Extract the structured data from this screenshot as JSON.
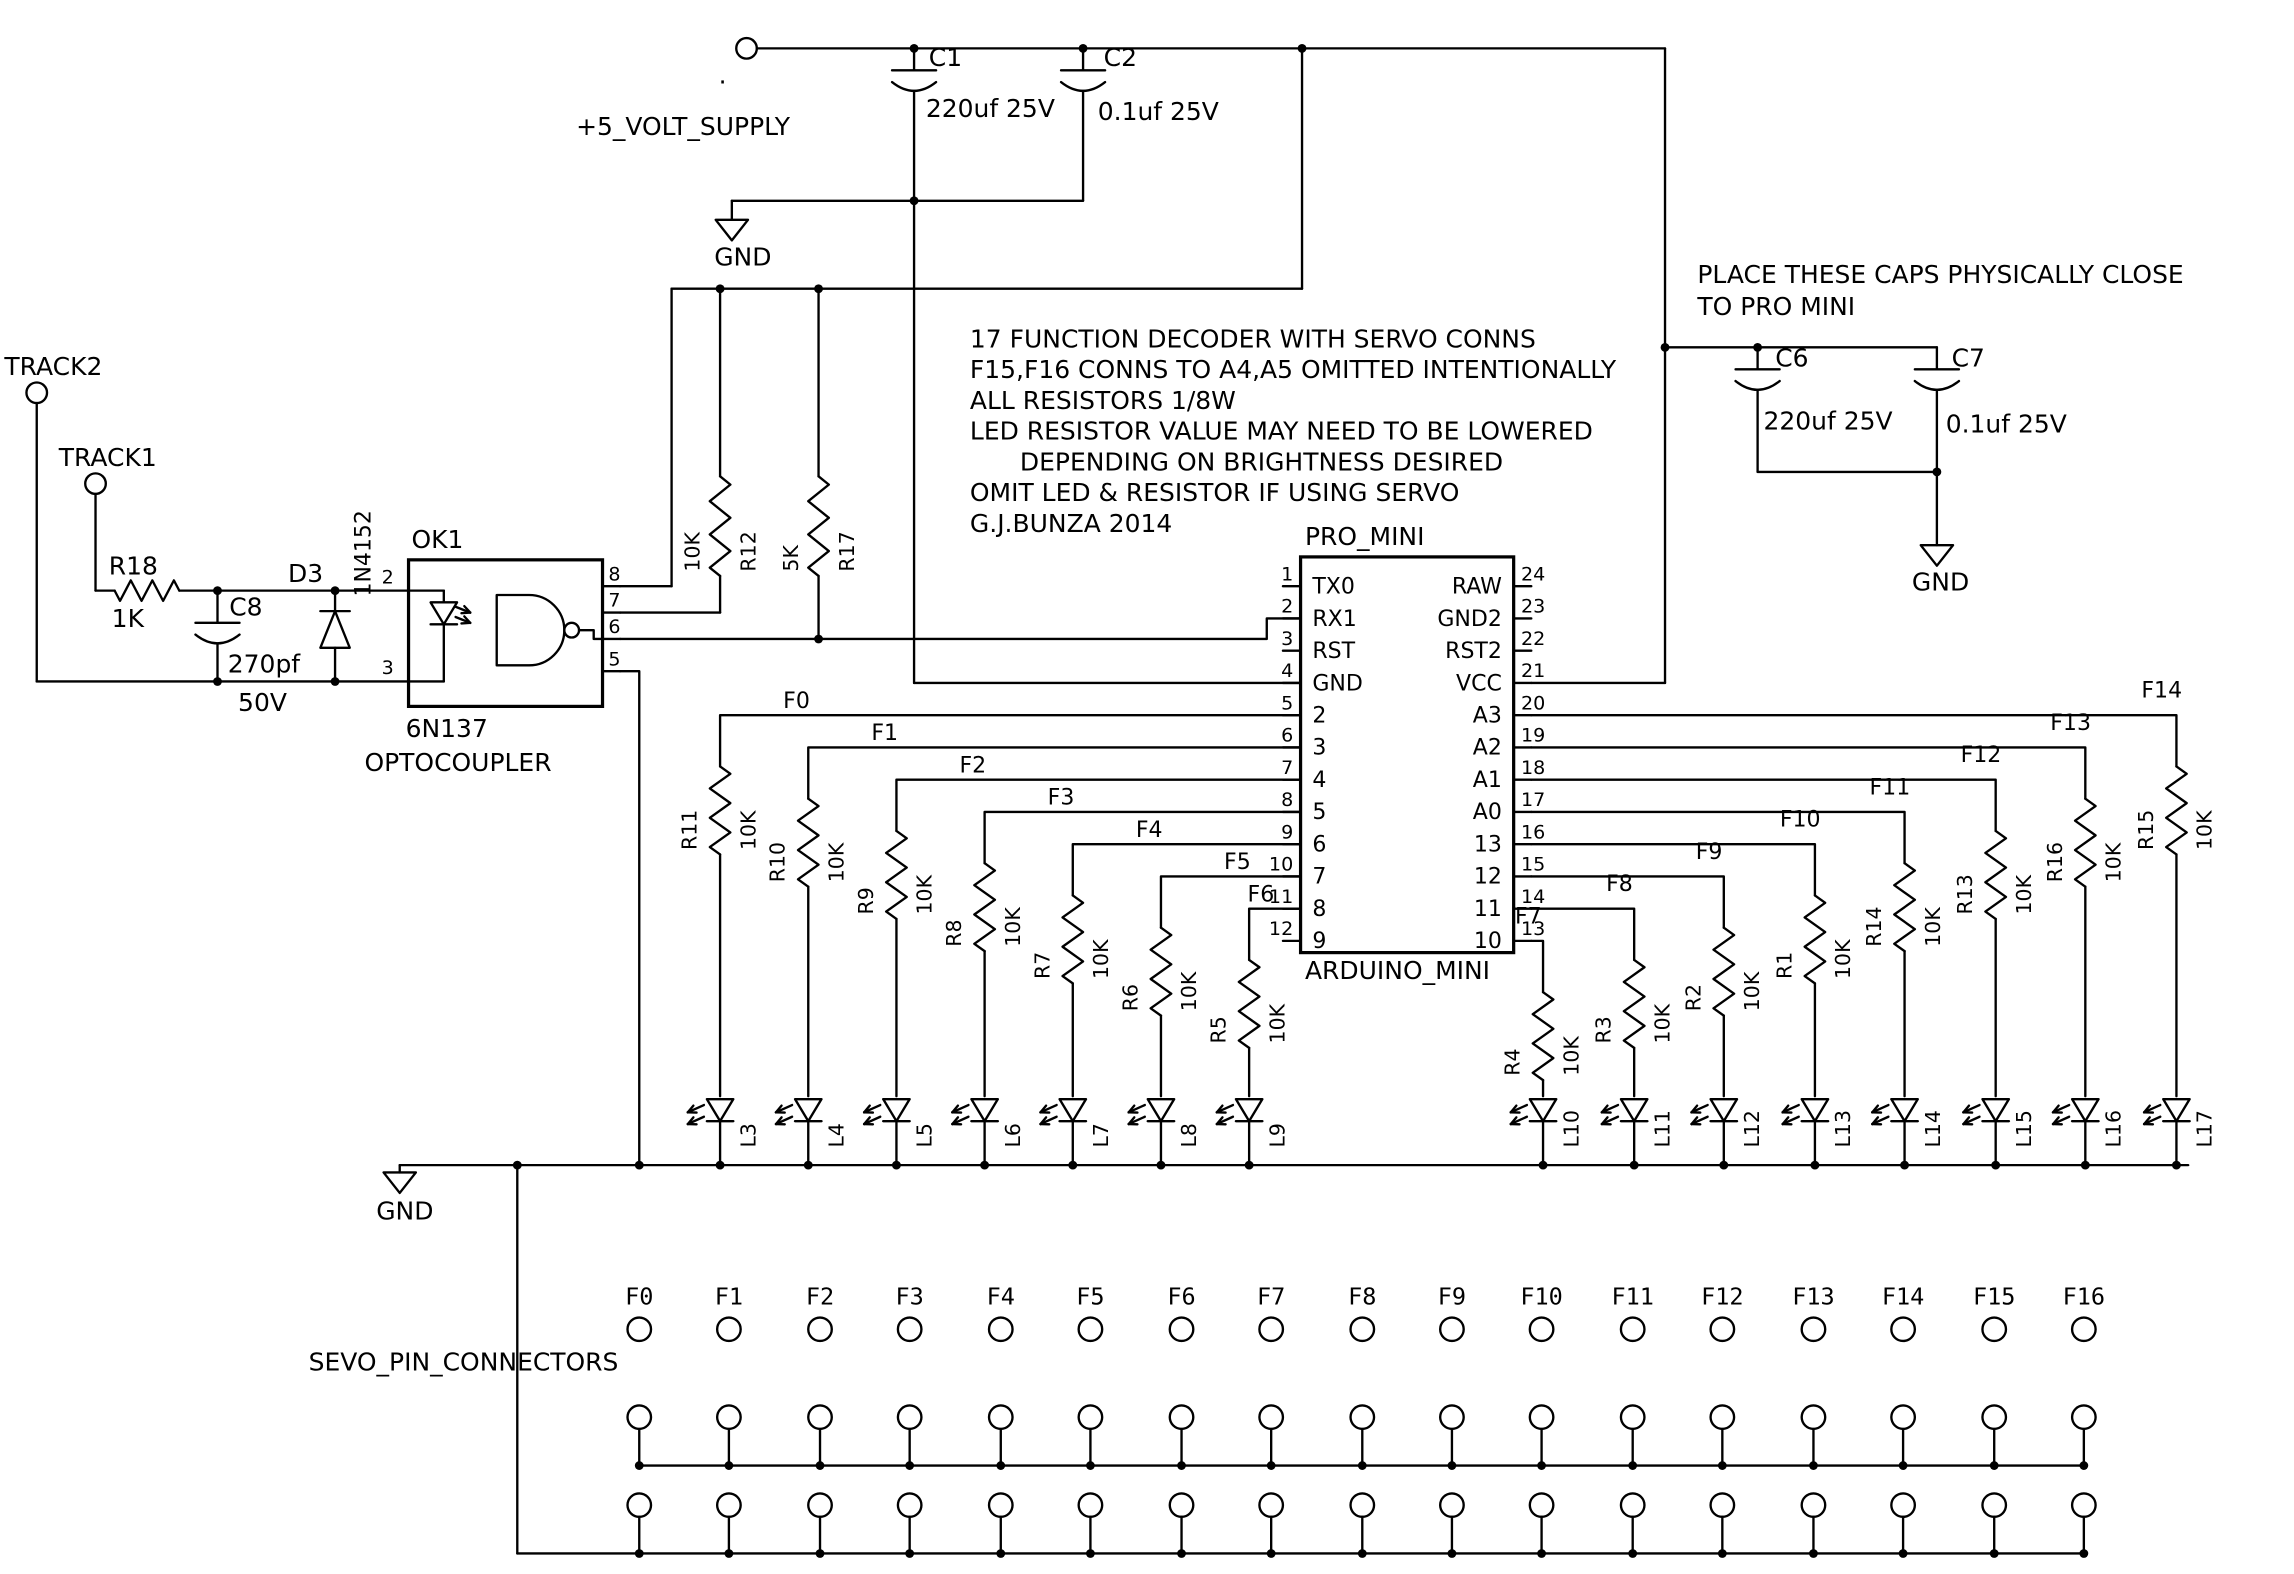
{
  "power": {
    "supply_label": "+5_VOLT_SUPPLY",
    "supply_dot": ".",
    "caps_top": [
      {
        "name": "C1",
        "value": "220uf 25V"
      },
      {
        "name": "C2",
        "value": "0.1uf 25V"
      }
    ],
    "caps_note": [
      "PLACE THESE CAPS PHYSICALLY CLOSE",
      "TO PRO MINI"
    ],
    "caps_pro_mini": [
      {
        "name": "C6",
        "value": "220uf 25V"
      },
      {
        "name": "C7",
        "value": "0.1uf 25V"
      }
    ]
  },
  "gnd_label": "GND",
  "track_input": {
    "track2": "TRACK2",
    "track1": "TRACK1",
    "r18": {
      "name": "R18",
      "value": "1K"
    },
    "c8": {
      "name": "C8",
      "value": "270pf",
      "rating": "50V"
    },
    "d3": {
      "name": "D3",
      "part": "1N4152"
    },
    "opto": {
      "ref": "OK1",
      "part": "6N137",
      "type": "OPTOCOUPLER",
      "left_pins": [
        "2",
        "3"
      ],
      "right_pins": [
        "8",
        "7",
        "6",
        "5"
      ]
    },
    "pullups": [
      {
        "name": "R12",
        "value": "10K"
      },
      {
        "name": "R17",
        "value": "5K"
      }
    ]
  },
  "notes": [
    "17 FUNCTION DECODER WITH SERVO CONNS",
    "F15,F16 CONNS TO A4,A5 OMITTED INTENTIONALLY",
    "ALL RESISTORS 1/8W",
    "LED RESISTOR VALUE MAY NEED TO BE LOWERED",
    "DEPENDING ON BRIGHTNESS DESIRED",
    "OMIT LED & RESISTOR IF USING SERVO",
    "G.J.BUNZA 2014"
  ],
  "pro_mini": {
    "title": "PRO_MINI",
    "subtitle": "ARDUINO_MINI",
    "left_pins": [
      {
        "num": "1",
        "label": "TX0"
      },
      {
        "num": "2",
        "label": "RX1"
      },
      {
        "num": "3",
        "label": "RST"
      },
      {
        "num": "4",
        "label": "GND"
      },
      {
        "num": "5",
        "label": "2"
      },
      {
        "num": "6",
        "label": "3"
      },
      {
        "num": "7",
        "label": "4"
      },
      {
        "num": "8",
        "label": "5"
      },
      {
        "num": "9",
        "label": "6"
      },
      {
        "num": "10",
        "label": "7"
      },
      {
        "num": "11",
        "label": "8"
      },
      {
        "num": "12",
        "label": "9"
      }
    ],
    "right_pins": [
      {
        "num": "24",
        "label": "RAW"
      },
      {
        "num": "23",
        "label": "GND2"
      },
      {
        "num": "22",
        "label": "RST2"
      },
      {
        "num": "21",
        "label": "VCC"
      },
      {
        "num": "20",
        "label": "A3"
      },
      {
        "num": "19",
        "label": "A2"
      },
      {
        "num": "18",
        "label": "A1"
      },
      {
        "num": "17",
        "label": "A0"
      },
      {
        "num": "16",
        "label": "13"
      },
      {
        "num": "15",
        "label": "12"
      },
      {
        "num": "14",
        "label": "11"
      },
      {
        "num": "13",
        "label": "10"
      }
    ]
  },
  "outputs_left": [
    {
      "f": "F0",
      "res": "R11",
      "val": "10K",
      "led": "L3"
    },
    {
      "f": "F1",
      "res": "R10",
      "val": "10K",
      "led": "L4"
    },
    {
      "f": "F2",
      "res": "R9",
      "val": "10K",
      "led": "L5"
    },
    {
      "f": "F3",
      "res": "R8",
      "val": "10K",
      "led": "L6"
    },
    {
      "f": "F4",
      "res": "R7",
      "val": "10K",
      "led": "L7"
    },
    {
      "f": "F5",
      "res": "R6",
      "val": "10K",
      "led": "L8"
    },
    {
      "f": "F6",
      "res": "R5",
      "val": "10K",
      "led": "L9"
    }
  ],
  "outputs_right": [
    {
      "f": "F7",
      "res": "R4",
      "val": "10K",
      "led": "L10"
    },
    {
      "f": "F8",
      "res": "R3",
      "val": "10K",
      "led": "L11"
    },
    {
      "f": "F9",
      "res": "R2",
      "val": "10K",
      "led": "L12"
    },
    {
      "f": "F10",
      "res": "R1",
      "val": "10K",
      "led": "L13"
    },
    {
      "f": "F11",
      "res": "R14",
      "val": "10K",
      "led": "L14"
    },
    {
      "f": "F12",
      "res": "R13",
      "val": "10K",
      "led": "L15"
    },
    {
      "f": "F13",
      "res": "R16",
      "val": "10K",
      "led": "L16"
    },
    {
      "f": "F14",
      "res": "R15",
      "val": "10K",
      "led": "L17"
    }
  ],
  "servo": {
    "label": "SEVO_PIN_CONNECTORS",
    "headers": [
      "F0",
      "F1",
      "F2",
      "F3",
      "F4",
      "F5",
      "F6",
      "F7",
      "F8",
      "F9",
      "F10",
      "F11",
      "F12",
      "F13",
      "F14",
      "F15",
      "F16"
    ]
  }
}
